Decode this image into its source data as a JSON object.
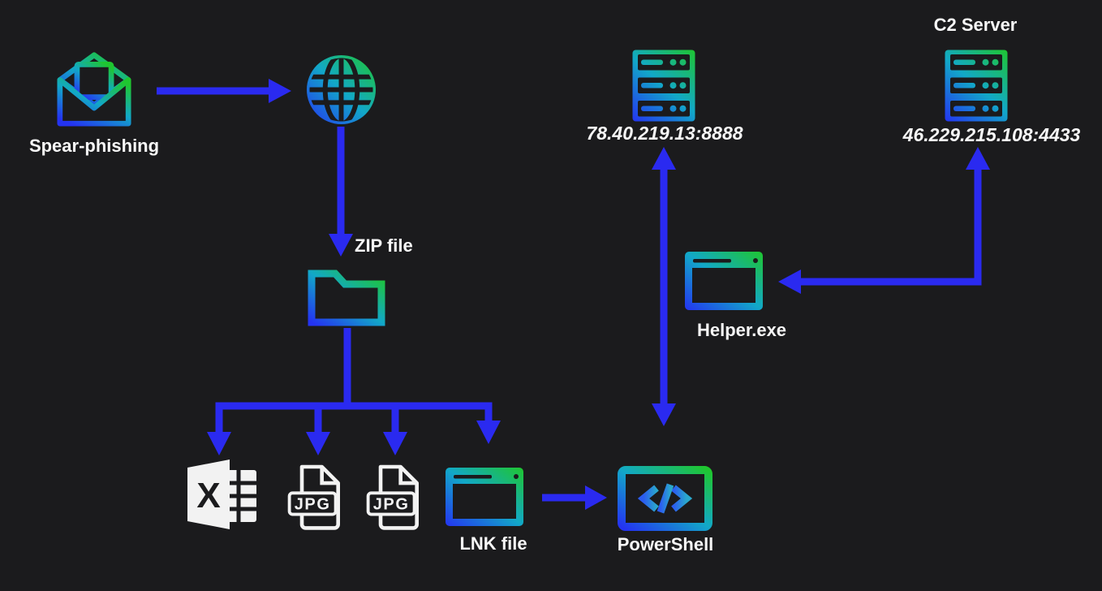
{
  "diagram_type": "malware-attack-chain",
  "colors": {
    "background": "#1b1b1d",
    "arrow_blue": "#2a2af0",
    "icon_gradient_blue": "#2433f2",
    "icon_gradient_cyan": "#12a8c8",
    "icon_gradient_green": "#1fc62f",
    "label_text": "#f7f7f7",
    "mono_icon_white": "#f2f2f2",
    "code_glyph_blue": "#2b5cf0",
    "code_glyph_cyan": "#2aa8cc"
  },
  "nodes": {
    "spear_phishing": {
      "label": "Spear-phishing",
      "icon": "open-email-icon"
    },
    "web": {
      "icon": "globe-icon"
    },
    "zip_file": {
      "label": "ZIP file",
      "icon": "folder-icon"
    },
    "excel_file": {
      "icon": "excel-file-icon",
      "icon_text": "X"
    },
    "jpg_file": {
      "icon": "jpg-file-icon",
      "icon_text": "JPG"
    },
    "lnk_file": {
      "label": "LNK file",
      "icon": "app-window-icon"
    },
    "powershell": {
      "label": "PowerShell",
      "icon": "code-window-icon"
    },
    "server_1": {
      "ip": "78.40.219.13:8888",
      "icon": "server-icon"
    },
    "c2_server": {
      "title": "C2 Server",
      "ip": "46.229.215.108:4433",
      "icon": "server-icon"
    },
    "helper": {
      "label": "Helper.exe",
      "icon": "app-window-icon"
    }
  },
  "edges": [
    {
      "from": "spear_phishing",
      "to": "web",
      "style": "one-way"
    },
    {
      "from": "web",
      "to": "zip_file",
      "style": "one-way"
    },
    {
      "from": "zip_file",
      "to": "excel_file",
      "style": "one-way"
    },
    {
      "from": "zip_file",
      "to": "jpg_file_1",
      "style": "one-way"
    },
    {
      "from": "zip_file",
      "to": "jpg_file_2",
      "style": "one-way"
    },
    {
      "from": "zip_file",
      "to": "lnk_file",
      "style": "one-way"
    },
    {
      "from": "lnk_file",
      "to": "powershell",
      "style": "one-way"
    },
    {
      "from": "powershell",
      "to": "server_1",
      "style": "two-way"
    },
    {
      "from": "helper",
      "to": "c2_server",
      "style": "two-way"
    }
  ]
}
